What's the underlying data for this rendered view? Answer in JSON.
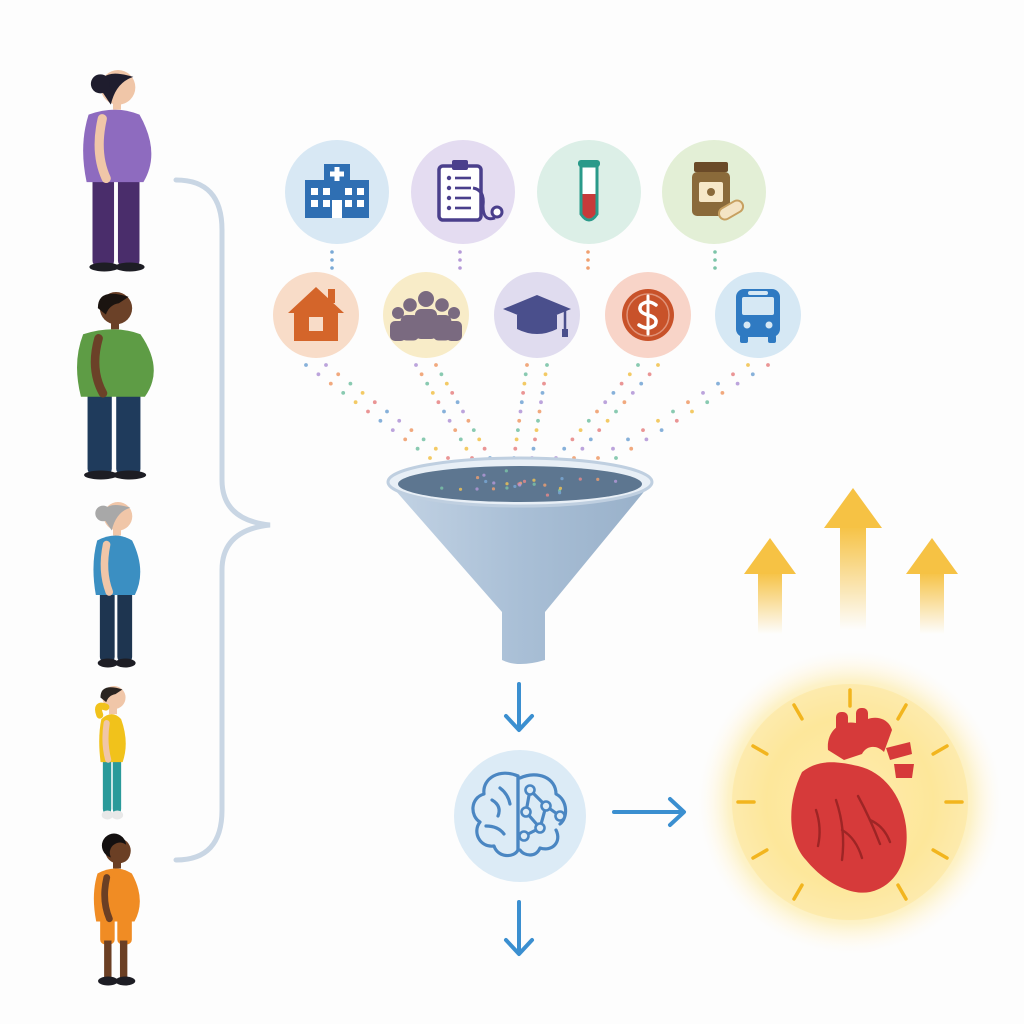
{
  "diagram": {
    "people": [
      {
        "name": "woman-purple",
        "shirt": "#8e6bbf",
        "pants": "#4a2d6b",
        "skin": "#f0c6a8",
        "hair": "#1f1d2e"
      },
      {
        "name": "man-green",
        "shirt": "#5e9c45",
        "pants": "#1f3b5c",
        "skin": "#6b4128",
        "hair": "#1b1410"
      },
      {
        "name": "elder-blue",
        "shirt": "#3b8fc2",
        "pants": "#1e3550",
        "skin": "#f0c6a8",
        "hair": "#a8a8a8"
      },
      {
        "name": "child-yellow",
        "shirt": "#f1c21b",
        "pants": "#2a9a9a",
        "skin": "#f0c6a8",
        "hair": "#2a2420"
      },
      {
        "name": "woman-orange",
        "shirt": "#f08c24",
        "pants": "#f08c24",
        "skin": "#6b3f24",
        "hair": "#141010"
      }
    ],
    "clinical_factors": [
      {
        "icon": "hospital-icon",
        "bg": "#d8e8f4",
        "fg": "#2f6fb3"
      },
      {
        "icon": "clipboard-stethoscope-icon",
        "bg": "#e4dcf1",
        "fg": "#4a3f8c"
      },
      {
        "icon": "test-tube-icon",
        "bg": "#dcefe7",
        "fg": "#c73a3a"
      },
      {
        "icon": "medication-icon",
        "bg": "#e3efd6",
        "fg": "#8a6a3a"
      }
    ],
    "social_factors": [
      {
        "icon": "house-icon",
        "bg": "#f8dcc8",
        "fg": "#d4652a"
      },
      {
        "icon": "community-icon",
        "bg": "#f8ecc8",
        "fg": "#7a6a80"
      },
      {
        "icon": "graduation-cap-icon",
        "bg": "#e0dcef",
        "fg": "#4a4f8c"
      },
      {
        "icon": "income-icon",
        "bg": "#f8d4c8",
        "fg": "#c8522a"
      },
      {
        "icon": "bus-icon",
        "bg": "#d6e8f4",
        "fg": "#2f7ac2"
      }
    ],
    "colors": {
      "bracket": "#c9d6e4",
      "funnel": "#a9bfd6",
      "funnel_rim": "#5d7690",
      "arrow": "#3b8fd0",
      "model": "#4a86c2",
      "model_bg": "#dcebf6",
      "heart": "#d63a3a",
      "glow": "#fbe7a2",
      "up_arrow": "#f6c244"
    }
  }
}
